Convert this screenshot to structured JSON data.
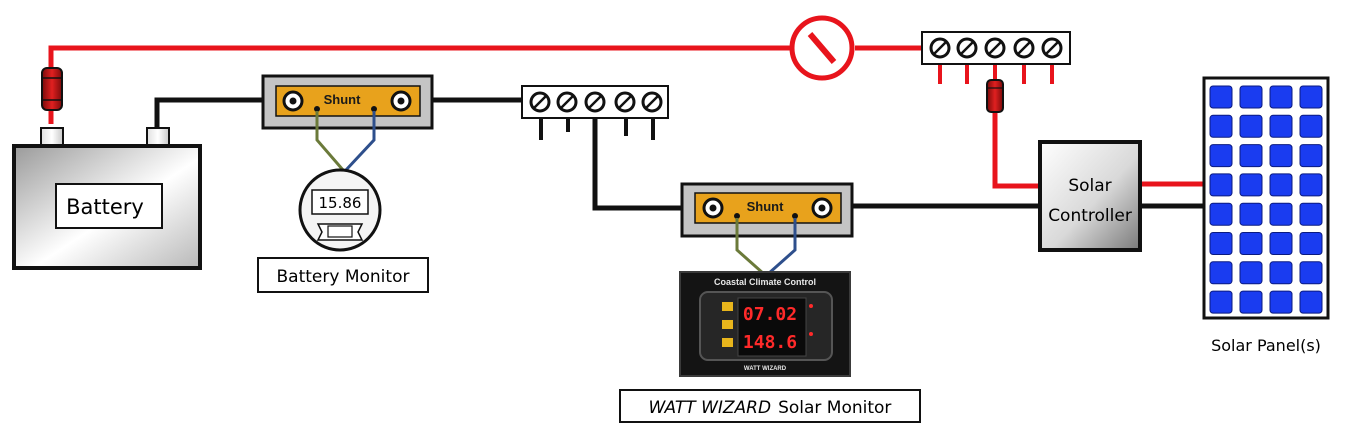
{
  "labels": {
    "battery": "Battery",
    "battery_monitor": "Battery Monitor",
    "battery_monitor_reading": "15.86",
    "shunt_1": "Shunt",
    "shunt_2": "Shunt",
    "solar_controller_line1": "Solar",
    "solar_controller_line2": "Controller",
    "solar_panels": "Solar Panel(s)",
    "watt_wizard_brand": "WATT WIZARD",
    "watt_wizard_suffix": "Solar Monitor",
    "device_header": "Coastal Climate Control",
    "device_footer": "WATT WIZARD",
    "display_top": "07.02",
    "display_bottom": "148.6"
  },
  "colors": {
    "positive_wire": "#e8141c",
    "negative_wire": "#111111",
    "sense_wire_a": "#6b7a3a",
    "sense_wire_b": "#2e4f8c",
    "shunt_bar": "#e8a21c",
    "solar_cell": "#1a3cf0",
    "fuse": "#e8141c",
    "device_led": "#ff2a2a"
  },
  "icons": {
    "fuse": "circuit-breaker-icon",
    "inline_fuse": "inline-fuse-icon",
    "terminal": "screw-terminal-icon"
  }
}
